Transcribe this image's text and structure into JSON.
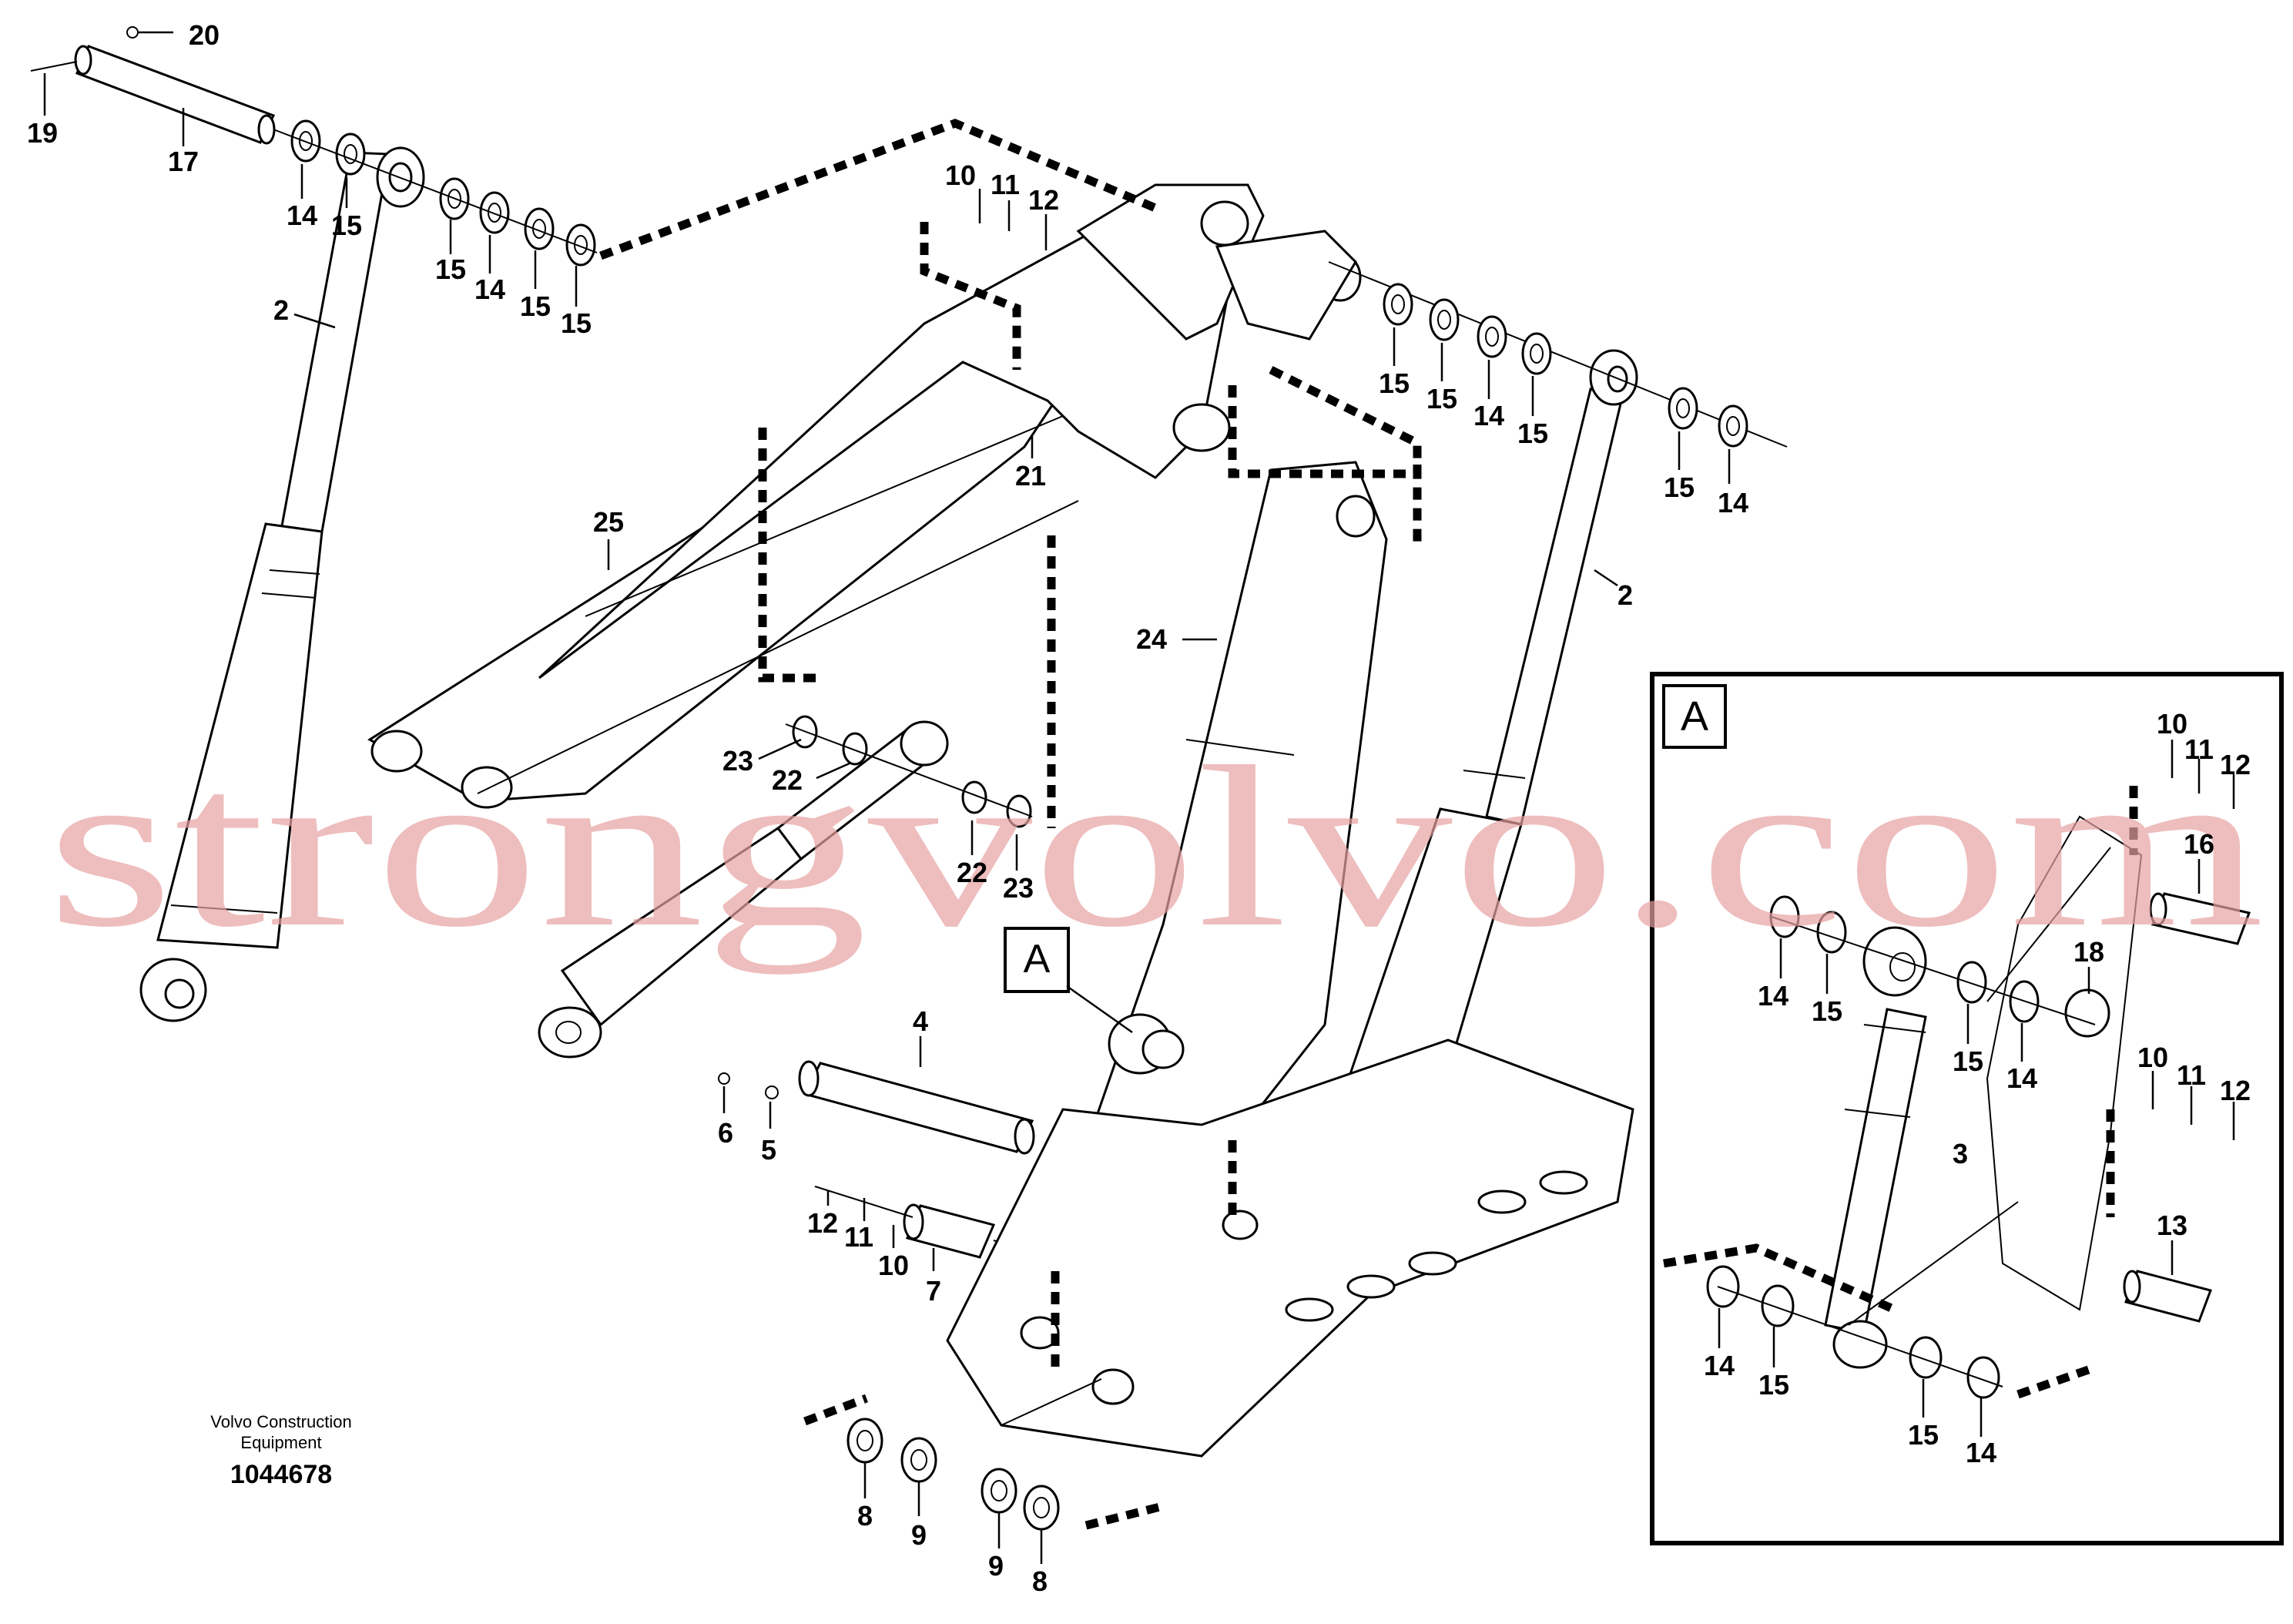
{
  "diagram": {
    "watermark": "strongvolvo.com",
    "footer": {
      "brand_line1": "Volvo Construction",
      "brand_line2": "Equipment",
      "drawing_number": "1044678"
    },
    "callout_letter": "A",
    "inset_letter": "A",
    "labels_main": {
      "l20": "20",
      "l19": "19",
      "l17": "17",
      "l14a": "14",
      "l15a": "15",
      "l15b": "15",
      "l14b": "14",
      "l15c": "15",
      "l15d": "15",
      "l2a": "2",
      "l10a": "10",
      "l11a": "11",
      "l12a": "12",
      "l15e": "15",
      "l15f": "15",
      "l14c": "14",
      "l15g": "15",
      "l15h": "15",
      "l14d": "14",
      "l2b": "2",
      "l21": "21",
      "l25": "25",
      "l24": "24",
      "l23a": "23",
      "l22a": "22",
      "l22b": "22",
      "l23b": "23",
      "l4": "4",
      "l6": "6",
      "l5": "5",
      "l12b": "12",
      "l11b": "11",
      "l10b": "10",
      "l7": "7",
      "l8a": "8",
      "l9a": "9",
      "l9b": "9",
      "l8b": "8"
    },
    "labels_inset": {
      "l10": "10",
      "l11": "11",
      "l12": "12",
      "l16": "16",
      "l14a": "14",
      "l15a": "15",
      "l18": "18",
      "l15b": "15",
      "l14b": "14",
      "l10b": "10",
      "l11b": "11",
      "l12b": "12",
      "l3": "3",
      "l13": "13",
      "l14c": "14",
      "l15c": "15",
      "l15d": "15",
      "l14d": "14"
    }
  }
}
